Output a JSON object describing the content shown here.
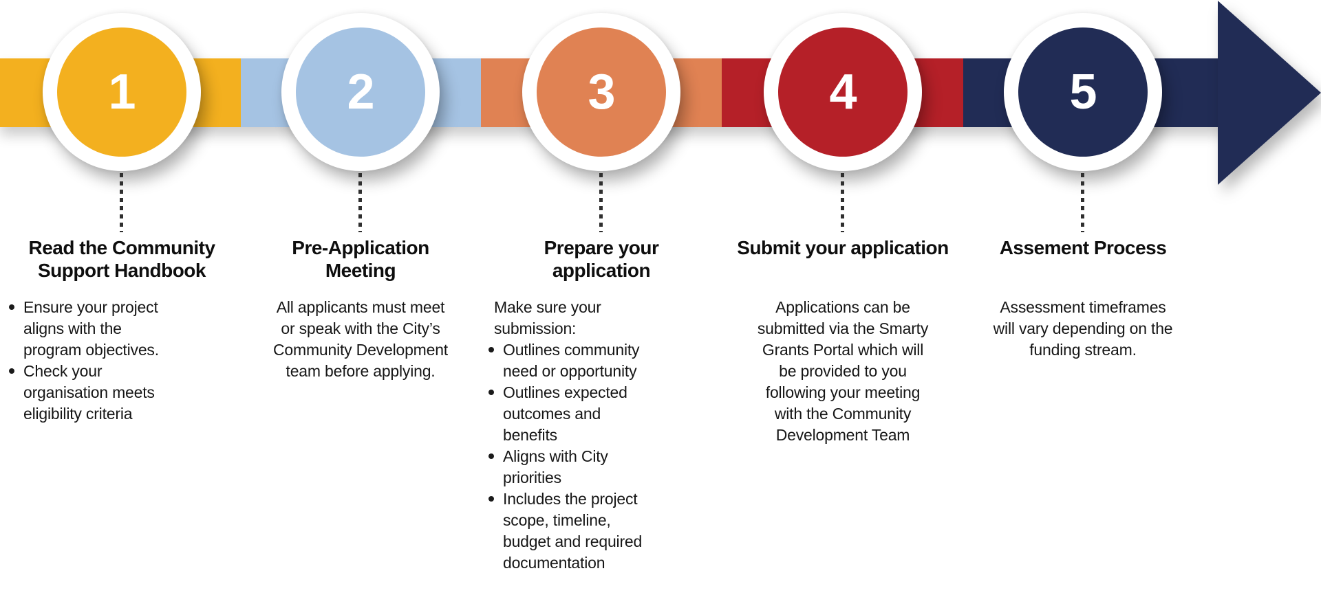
{
  "diagram": {
    "type": "process-timeline-arrow",
    "background_color": "#ffffff",
    "connector_color": "#2f2f2f",
    "arrow_head_color": "#212C55",
    "number_text_color": "#ffffff",
    "band_segment_colors": [
      "#F3B01F",
      "#A5C3E3",
      "#E08253",
      "#B52028",
      "#212C55"
    ],
    "steps": [
      {
        "number": "1",
        "color": "#F3B01F",
        "title": "Read the Community\nSupport Handbook",
        "bullets": [
          "Ensure your project\naligns with the\nprogram objectives.",
          "Check your\norganisation meets\neligibility criteria"
        ]
      },
      {
        "number": "2",
        "color": "#A5C3E3",
        "title": "Pre-Application\nMeeting",
        "paragraph": "All applicants must meet\nor speak with the City’s\nCommunity Development\nteam before applying."
      },
      {
        "number": "3",
        "color": "#E08253",
        "title": "Prepare your\napplication",
        "intro": "Make sure your\nsubmission:",
        "bullets": [
          "Outlines community\nneed or opportunity",
          "Outlines expected\noutcomes and\nbenefits",
          "Aligns with City\npriorities",
          "Includes the project\nscope, timeline,\nbudget and required\ndocumentation"
        ]
      },
      {
        "number": "4",
        "color": "#B52028",
        "title": "Submit your application",
        "paragraph": "Applications can be\nsubmitted via the Smarty\nGrants Portal which will\nbe provided to you\nfollowing your meeting\nwith the Community\nDevelopment Team"
      },
      {
        "number": "5",
        "color": "#212C55",
        "title": "Assement Process",
        "paragraph": "Assessment timeframes\nwill vary depending on the\nfunding stream."
      }
    ]
  }
}
